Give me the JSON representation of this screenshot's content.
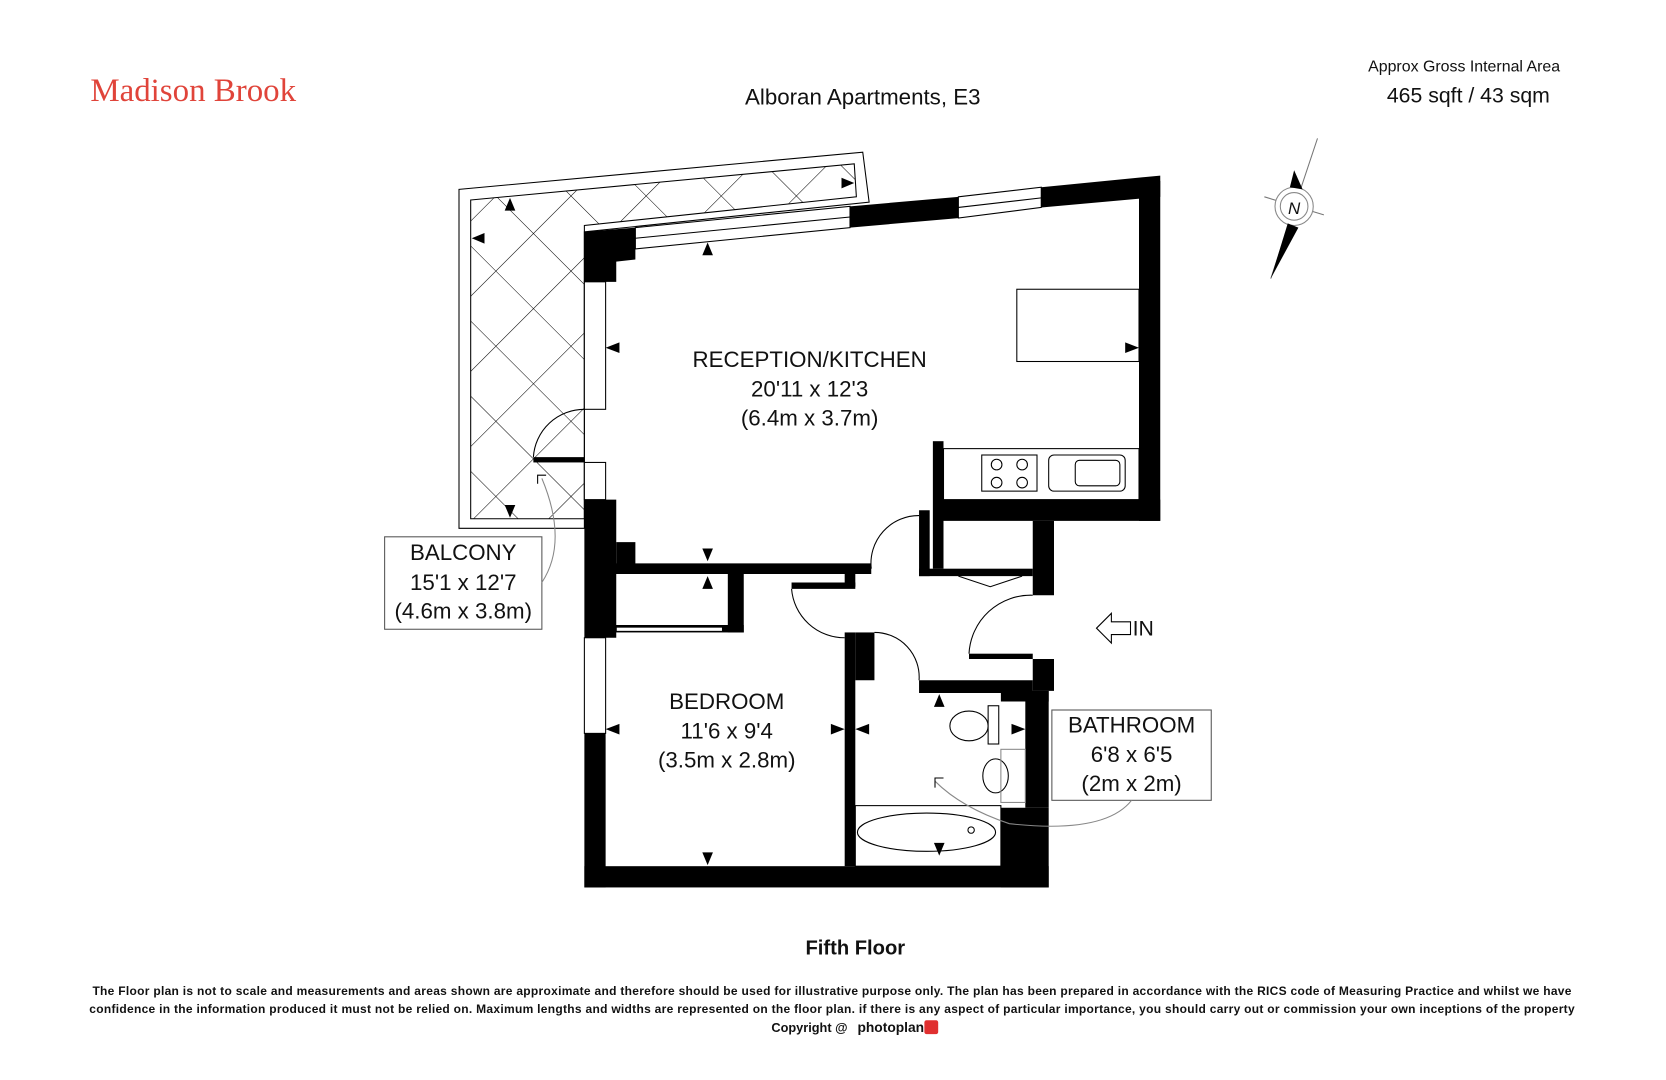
{
  "brand": {
    "name": "Madison Brook",
    "color": "#e0443a"
  },
  "title": "Alboran Apartments, E3",
  "area": {
    "label": "Approx Gross Internal Area",
    "value": "465 sqft / 43 sqm"
  },
  "compass": {
    "letter": "N"
  },
  "rooms": [
    {
      "name": "RECEPTION/KITCHEN",
      "imperial": "20'11 x 12'3",
      "metric": "(6.4m x 3.7m)"
    },
    {
      "name": "BALCONY",
      "imperial": "15'1 x 12'7",
      "metric": "(4.6m x 3.8m)"
    },
    {
      "name": "BEDROOM",
      "imperial": "11'6 x 9'4",
      "metric": "(3.5m x 2.8m)"
    },
    {
      "name": "BATHROOM",
      "imperial": "6'8 x 6'5",
      "metric": "(2m x 2m)"
    }
  ],
  "entrance": {
    "label": "IN"
  },
  "floor": "Fifth Floor",
  "disclaimer": [
    "The Floor plan is not to scale and measurements and areas shown are approximate and therefore should be used for illustrative purpose only. The plan has been prepared in accordance with the RICS code of Measuring Practice and whilst we have",
    "confidence in the information produced it must not be relied on. Maximum  lengths and widths are represented on the floor plan. if there is any aspect of particular importance, you should carry out or commission your own inceptions of the property"
  ],
  "copyright": {
    "prefix": "Copyright @",
    "brand": "photoplan",
    "logo_color": "#e03030"
  }
}
